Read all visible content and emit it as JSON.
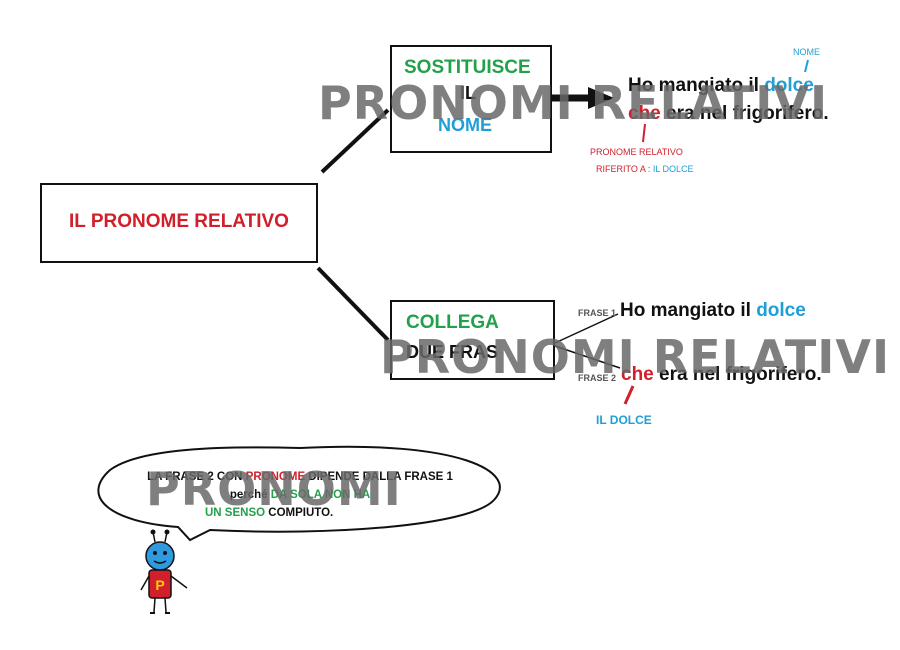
{
  "main_box": {
    "label": "IL PRONOME RELATIVO"
  },
  "top_box": {
    "verb": "SOSTITUISCE",
    "line2": "IL",
    "line3": "NOME"
  },
  "bottom_box": {
    "verb": "COLLEGA",
    "line2": "DUE FRAS"
  },
  "top_sentence": {
    "line1_prefix": "Ho mangiato il ",
    "line1_noun": "dolce",
    "line2_pronoun": "che",
    "line2_rest": " era nel frigorifero.",
    "label_nome": "NOME",
    "label_pronome_relativo": "PRONOME RELATIVO",
    "label_riferito_prefix": "RIFERITO A : ",
    "label_riferito_value": "IL DOLCE"
  },
  "bottom_sentence": {
    "frase1_label": "FRASE 1",
    "line1_prefix": "Ho mangiato il ",
    "line1_noun": "dolce",
    "frase2_label": "FRASE 2",
    "line2_pronoun": "che",
    "line2_rest": " era nel frigorifero.",
    "label_il_dolce": "IL DOLCE"
  },
  "speech_bubble": {
    "line1_a": "LA FRASE 2 CON ",
    "line1_b": "PRONOME",
    "line1_c": " DIPENDE DALLA FRASE 1",
    "line2_a": "perché ",
    "line2_b": "DA SOLA NON HA",
    "line3_a": "UN SENSO",
    "line3_b": " COMPIUTO."
  },
  "mascot": {
    "letter": "P"
  },
  "watermarks": {
    "top": "PRONOMI RELATIVI",
    "middle": "PRONOMI RELATIVI",
    "bottom": "PRONOMI"
  },
  "colors": {
    "red": "#d0202c",
    "green": "#22a04a",
    "blue": "#1f9fd6"
  }
}
